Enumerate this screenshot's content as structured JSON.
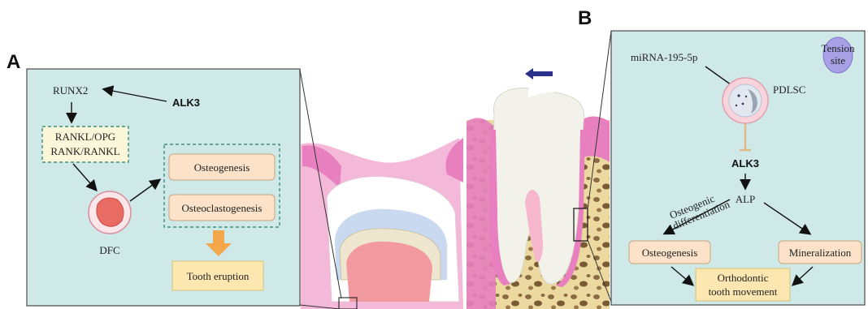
{
  "panel_a": {
    "letter": "A",
    "runx2": "RUNX2",
    "alk3": "ALK3",
    "rankl_line1": "RANKL/OPG",
    "rankl_line2": "RANK/RANKL",
    "osteogenesis": "Osteogenesis",
    "osteoclastogenesis": "Osteoclastogenesis",
    "dfc": "DFC",
    "tooth_eruption": "Tooth eruption"
  },
  "panel_b": {
    "letter": "B",
    "mirna": "miRNA-195-5p",
    "pdlsc": "PDLSC",
    "tension_line1": "Tension",
    "tension_line2": "site",
    "alk3": "ALK3",
    "alp": "ALP",
    "osteogenic_line1": "Osteogenic",
    "osteogenic_line2": "differentiation",
    "osteogenesis": "Osteogenesis",
    "mineralization": "Mineralization",
    "otm_line1": "Orthodontic",
    "otm_line2": "tooth movement"
  },
  "colors": {
    "panel_bg": "#cfe8e8",
    "panel_border": "#4a4a4a",
    "box_fill": "#fbe2c8",
    "eruption_fill": "#fde7b0",
    "dashed_border": "#3f8f7f",
    "arrow_blue": "#2b2f8c",
    "arrow_orange": "#f3a74a",
    "gum_pink": "#e87fbf",
    "tension_fill": "#a9a0e6"
  },
  "icons": {
    "dfc_cell": "cell-icon",
    "pdlsc_cell": "cell-icon",
    "direction_arrow": "arrow-left-icon",
    "eruption_arrow": "arrow-down-icon"
  }
}
